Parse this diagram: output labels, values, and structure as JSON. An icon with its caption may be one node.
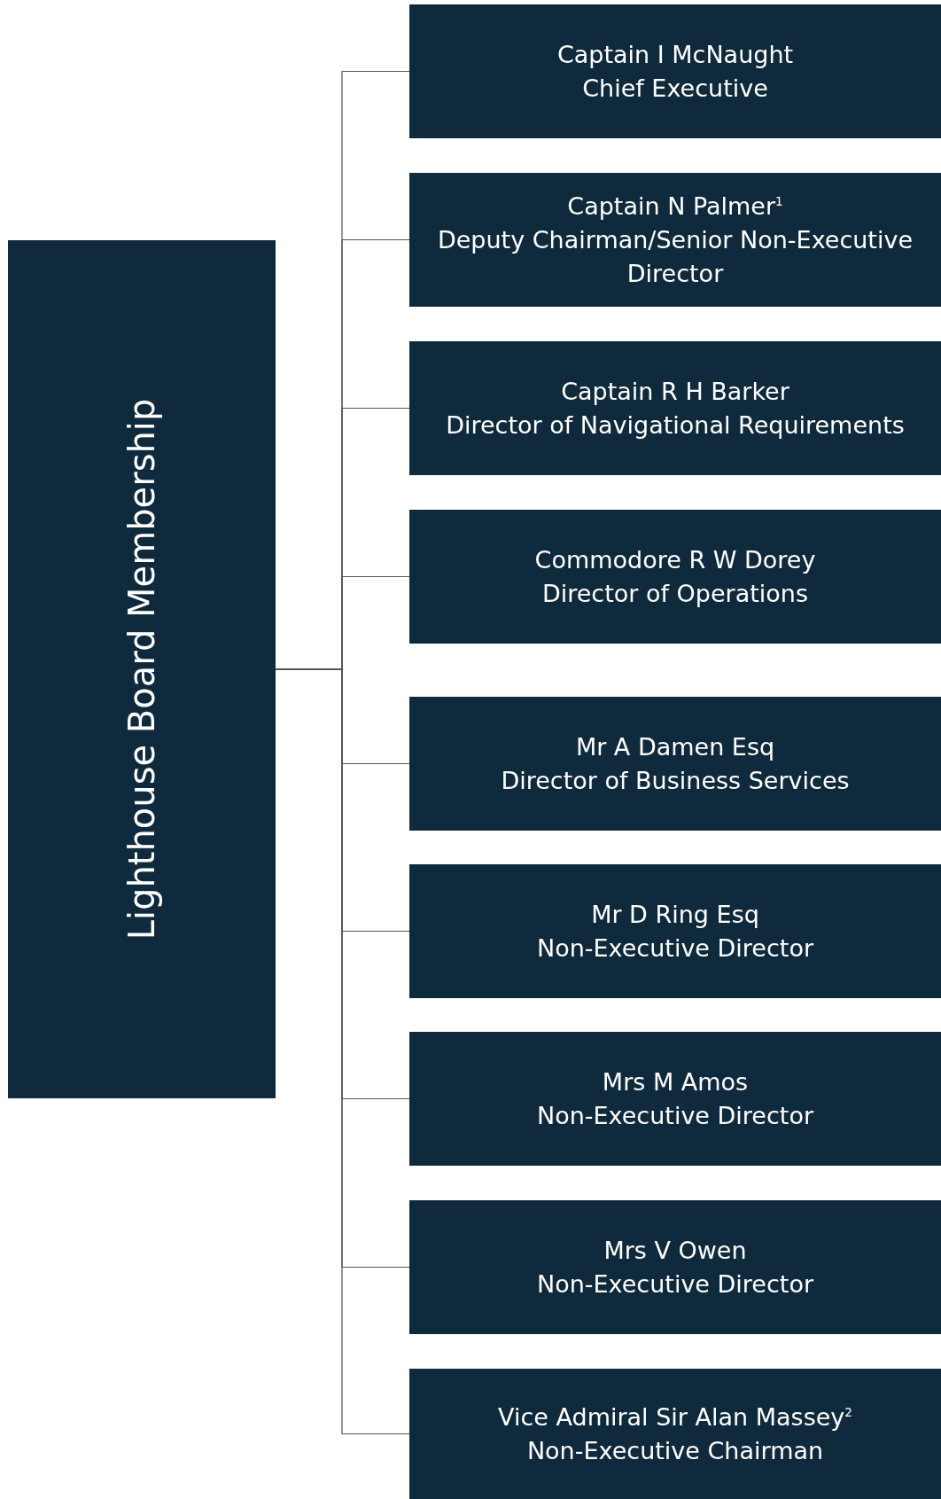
{
  "diagram": {
    "nodes": [
      {
        "text": [
          "Lighthouse Board Membership"
        ]
      },
      {
        "text": [
          "Captain I McNaught",
          "Chief Executive"
        ]
      },
      {
        "text": [
          "Captain N Palmer$^{1}$",
          "Deputy Chairman/Senior Non-Executive Director"
        ]
      },
      {
        "text": [
          "Captain R H Barker",
          "Director of Navigational Requirements"
        ]
      },
      {
        "text": [
          "Commodore R W Dorey",
          "Director of Operations"
        ]
      },
      {
        "text": [
          "Mr A Damen Esq",
          "Director of Business Services"
        ]
      },
      {
        "text": [
          "Mr D Ring Esq",
          "Non-Executive Director"
        ]
      },
      {
        "text": [
          "Mrs M Amos",
          "Non-Executive Director"
        ]
      },
      {
        "text": [
          "Mrs V Owen",
          "Non-Executive Director"
        ]
      },
      {
        "text": [
          "Vice Admiral Sir Alan Massey$^{2}$",
          "Non-Executive Chairman"
        ]
      }
    ],
    "edges": [
      {
        "from": 0,
        "to": 1,
        "arrow": "none"
      },
      {
        "from": 0,
        "to": 2,
        "arrow": "none"
      },
      {
        "from": 0,
        "to": 3,
        "arrow": "none"
      },
      {
        "from": 0,
        "to": 4,
        "arrow": "none"
      },
      {
        "from": 0,
        "to": 5,
        "arrow": "none"
      },
      {
        "from": 0,
        "to": 6,
        "arrow": "none"
      },
      {
        "from": 0,
        "to": 7,
        "arrow": "none"
      },
      {
        "from": 0,
        "to": 8,
        "arrow": "none"
      },
      {
        "from": 0,
        "to": 9,
        "arrow": "none"
      }
    ]
  }
}
